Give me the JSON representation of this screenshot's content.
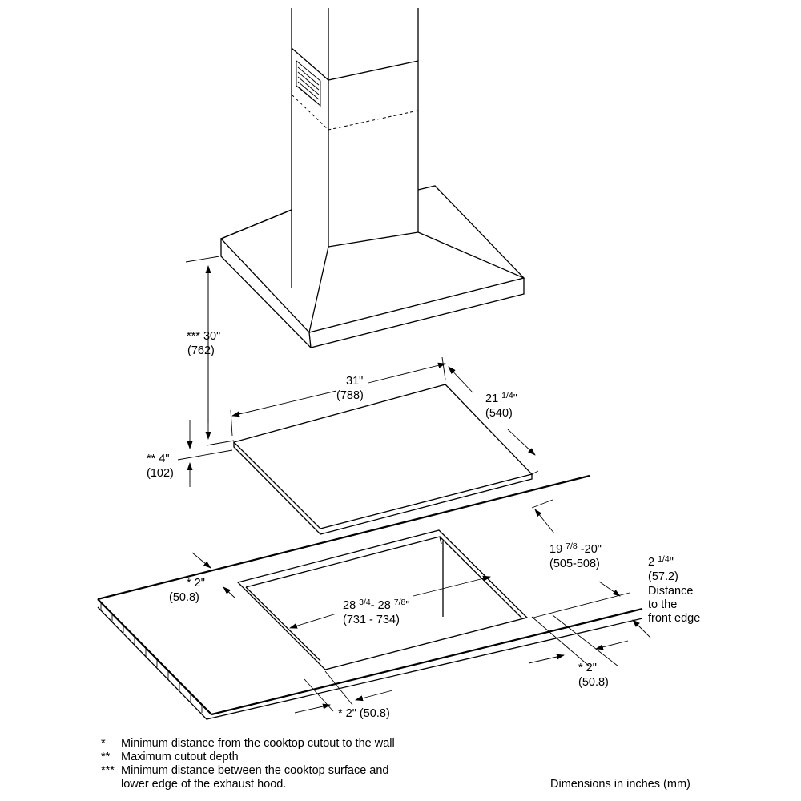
{
  "dims": {
    "hood_height": {
      "line1": "*** 30\"",
      "line2": "(762)"
    },
    "cutout_depth_max": {
      "line1": "** 4\"",
      "line2": "(102)"
    },
    "cooktop_width": {
      "line1": "31\"",
      "line2": "(788)"
    },
    "cooktop_depth": {
      "whole": "21 ",
      "frac": "1/4",
      "tail": "\"",
      "line2": "(540)"
    },
    "cutout_depth": {
      "whole": "19 ",
      "frac1": "7/8",
      "tail": " -20\"",
      "line2": "(505-508)"
    },
    "cutout_width": {
      "a": "28 ",
      "b": "3/4",
      "c": "- 28 ",
      "d": "7/8",
      "e": "\"",
      "line2": "(731 - 734)"
    },
    "front_edge": {
      "whole": "2 ",
      "frac": "1/4",
      "tail": "\"",
      "line2": "(57.2)",
      "line3": "Distance",
      "line4": "to the",
      "line5": "front edge"
    },
    "wall_left": {
      "line1": "* 2\"",
      "line2": "(50.8)"
    },
    "side_right": {
      "line1": "* 2\"",
      "line2": "(50.8)"
    },
    "side_bottom": {
      "line1": "* 2\" (50.8)"
    }
  },
  "notes": [
    {
      "mark": "*",
      "text": "Minimum distance from the cooktop cutout to the wall"
    },
    {
      "mark": "**",
      "text": "Maximum cutout depth"
    },
    {
      "mark": "***",
      "text": "Minimum distance between the cooktop surface and"
    },
    {
      "mark": "",
      "text": "lower edge of the exhaust hood."
    }
  ],
  "units_note": "Dimensions in inches (mm)"
}
